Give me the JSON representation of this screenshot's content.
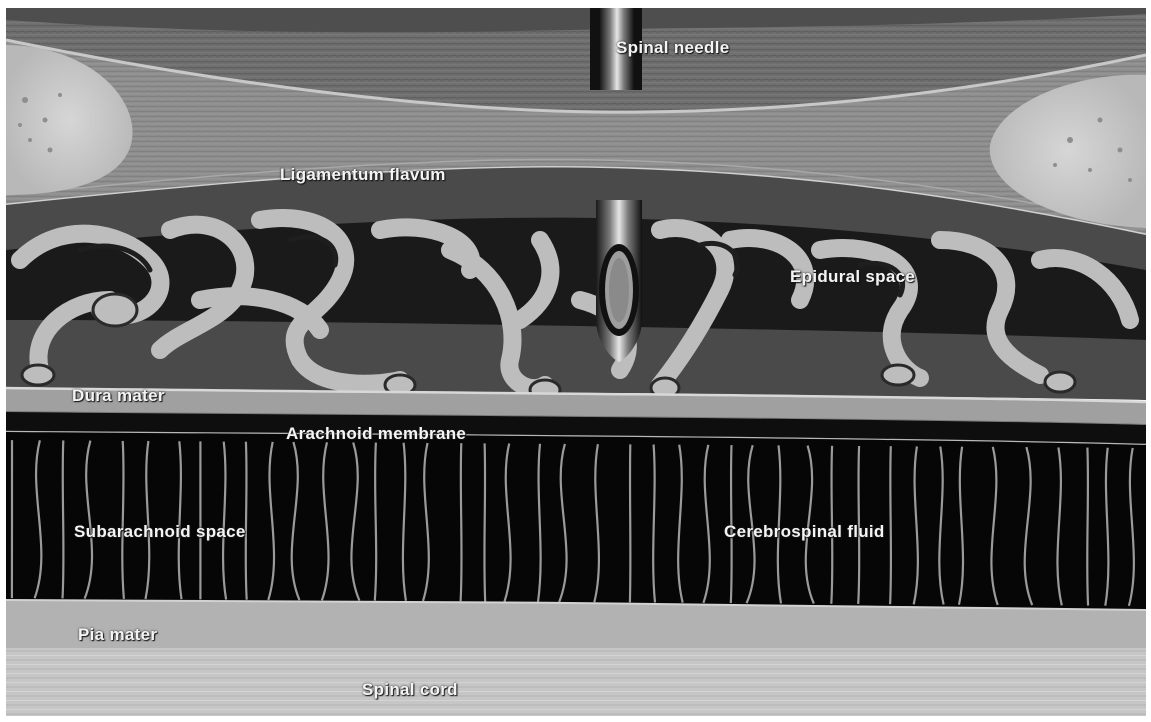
{
  "labels": {
    "spinal_needle": "Spinal needle",
    "ligamentum_flavum": "Ligamentum flavum",
    "epidural_space": "Epidural space",
    "dura_mater": "Dura mater",
    "arachnoid_membrane": "Arachnoid membrane",
    "subarachnoid_space": "Subarachnoid space",
    "cerebrospinal_fluid": "Cerebrospinal fluid",
    "pia_mater": "Pia mater",
    "spinal_cord": "Spinal cord"
  },
  "colors": {
    "label_text": "#f4f4f4",
    "ligament": "#8a8a8a",
    "epidural_vessels": "#b9b9b9",
    "csf": "#050505",
    "arachnoid_trabeculae": "#9a9a9a",
    "pia": "#b4b4b4",
    "cord": "#c9c9c9"
  }
}
